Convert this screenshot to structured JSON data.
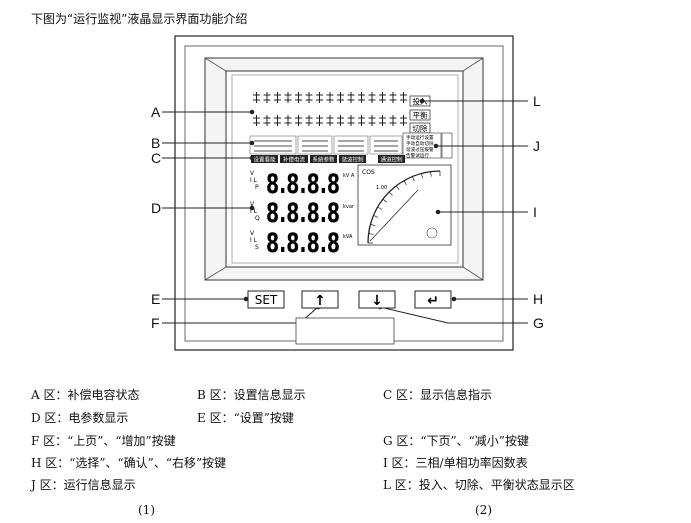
{
  "title": "下图为“运行监视”液晶显示界面功能介绍",
  "callouts": {
    "A": "A",
    "B": "B",
    "C": "C",
    "D": "D",
    "E": "E",
    "F": "F",
    "G": "G",
    "H": "H",
    "I": "I",
    "J": "J",
    "L": "L"
  },
  "buttons": {
    "set": "SET",
    "up_symbol": "↑",
    "down_symbol": "↓",
    "enter_symbol": "↵"
  },
  "lcd": {
    "state_tags": [
      "投入",
      "平衡",
      "切除"
    ],
    "menu_tabs": [
      "设置看能",
      "补偿电流",
      "系统参数",
      "谐波控制",
      "通道控制"
    ],
    "info_text": [
      "手动运行设置",
      "手动自动切除",
      "谐波过压报警",
      "告警试运行"
    ],
    "cos_label": "COS",
    "scale_value": "1.00",
    "digit_text": "8.8.8.8",
    "param_rows": [
      {
        "sym1": "V",
        "sym2": "I L",
        "sym3": "P",
        "side": "kV A"
      },
      {
        "sym1": "V",
        "sym2": "I L",
        "sym3": "Q",
        "side": "kvar"
      },
      {
        "sym1": "V",
        "sym2": "I L",
        "sym3": "S",
        "side": "kVA"
      }
    ]
  },
  "legend": [
    {
      "left": "A 区：补偿电容状态",
      "mid": "B 区：设置信息显示",
      "right": "C 区：显示信息指示"
    },
    {
      "left": "D 区：电参数显示",
      "mid": "E 区：“设置”按键",
      "right": ""
    },
    {
      "left": "F 区：“上页”、“增加”按键",
      "mid": "",
      "right": "G 区：“下页”、“减小”按键"
    },
    {
      "left": "H 区：“选择”、“确认”、“右移”按键",
      "mid": "",
      "right": "I 区：三相/单相功率因数表"
    },
    {
      "left": "J 区：运行信息显示",
      "mid": "",
      "right": "L 区：投入、切除、平衡状态显示区"
    }
  ],
  "figure_labels": [
    "(1)",
    "(2)"
  ]
}
